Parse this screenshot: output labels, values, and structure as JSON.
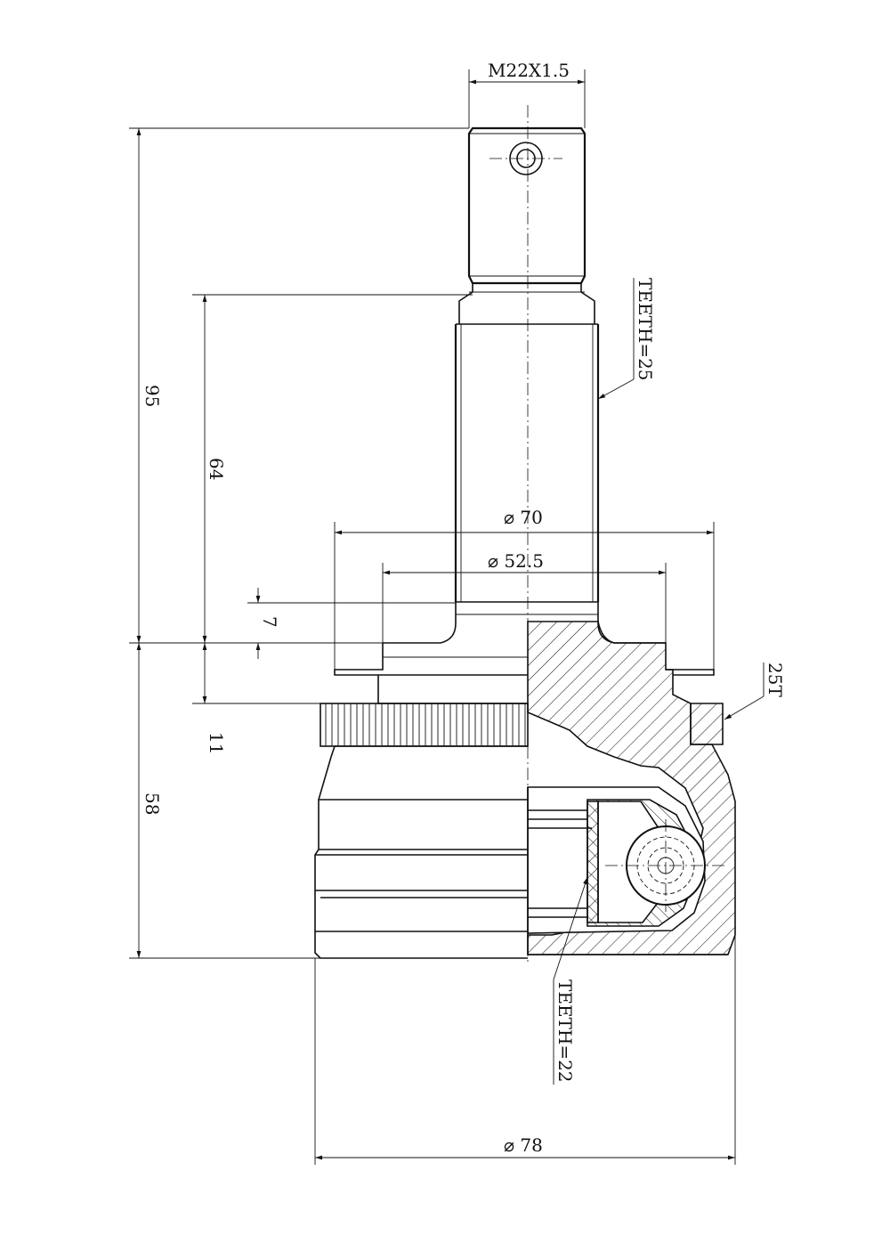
{
  "labels": {
    "thread": "M22X1.5",
    "spline_outer_teeth": "TEETH=25",
    "spline_inner_teeth": "TEETH=22",
    "abs_ring_teeth": "25T"
  },
  "dimensions": {
    "length_total": "95",
    "length_shaft": "64",
    "flange_offset": "7",
    "abs_ring_height": "11",
    "body_height": "58",
    "dia_flange": "⌀ 70",
    "dia_seal": "⌀ 52.5",
    "dia_body": "⌀ 78"
  }
}
